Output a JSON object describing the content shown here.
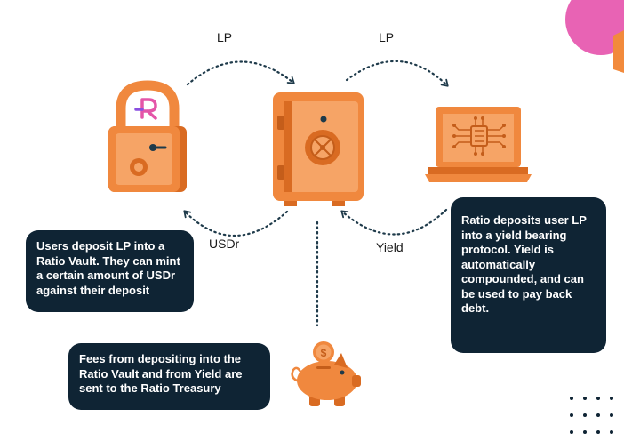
{
  "flows": {
    "lp_in": "LP",
    "lp_out": "LP",
    "usdr_back": "USDr",
    "yield_back": "Yield"
  },
  "boxes": {
    "users_deposit": "Users deposit LP into a Ratio Vault. They can mint a certain amount of USDr against their deposit",
    "ratio_deposits": "Ratio deposits user LP into a yield bearing protocol. Yield is automatically compounded, and can be used to pay back debt.",
    "fees": "Fees from depositing into the Ratio Vault and from Yield are sent to the Ratio Treasury"
  },
  "icons": {
    "padlock": "padlock-icon",
    "vault": "vault-safe-icon",
    "laptop": "laptop-chip-icon",
    "piggy_bank": "piggy-bank-coin-icon",
    "logo": "ratio-logo-icon"
  },
  "colors": {
    "orange": "#f0883e",
    "orange_dark": "#d96b22",
    "orange_light": "#f6a466",
    "navy": "#0f2434",
    "pink": "#e455a8",
    "arrow": "#1e3a4a"
  }
}
